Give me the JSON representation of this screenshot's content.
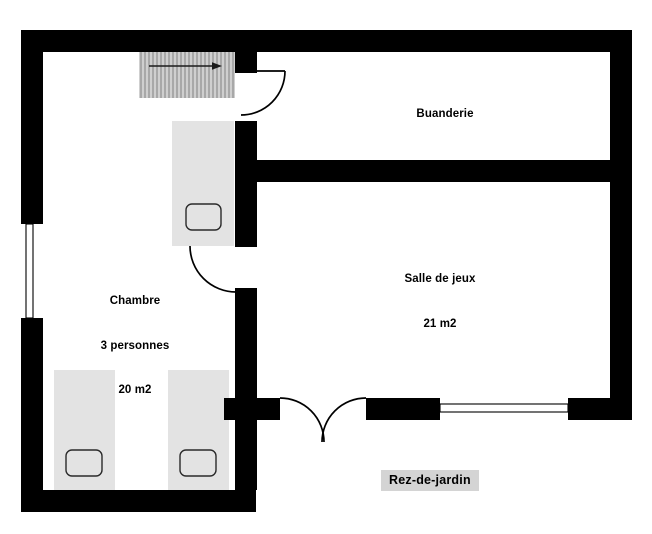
{
  "plan": {
    "title": "Rez-de-jardin",
    "floor_badge": {
      "text": "Rez-de-jardin",
      "background": "#d4d4d4",
      "color": "#000000"
    },
    "colors": {
      "wall": "#000000",
      "background": "#ffffff",
      "furniture_fill": "#e3e3e3",
      "furniture_stroke": "#000000",
      "stairs_fill": "#bdbdbd",
      "stairs_stripe": "#9a9a9a",
      "window_frame": "#000000",
      "door_arc": "#000000"
    },
    "rooms": [
      {
        "id": "buanderie",
        "name": "Buanderie",
        "lines": [
          "Buanderie"
        ],
        "area": null
      },
      {
        "id": "salle-de-jeux",
        "name": "Salle de jeux",
        "lines": [
          "Salle de jeux",
          "21 m2"
        ],
        "area": "21 m2"
      },
      {
        "id": "chambre",
        "name": "Chambre",
        "lines": [
          "Chambre",
          "3 personnes",
          "20 m2"
        ],
        "occupancy": "3 personnes",
        "area": "20 m2"
      }
    ],
    "features": {
      "stairs": {
        "name": "escalier",
        "direction_arrow": "right"
      },
      "beds": [
        {
          "id": "bed-1",
          "room": "chambre",
          "orientation": "vertical"
        },
        {
          "id": "bed-2",
          "room": "chambre",
          "orientation": "vertical"
        },
        {
          "id": "bed-3",
          "room": "chambre",
          "orientation": "vertical"
        }
      ],
      "doors": [
        {
          "id": "door-buanderie",
          "type": "swing",
          "swing": "quarter-arc"
        },
        {
          "id": "door-chambre",
          "type": "swing",
          "swing": "quarter-arc"
        },
        {
          "id": "door-terrasse",
          "type": "french-double",
          "swing": "double-arc"
        }
      ],
      "windows": [
        {
          "id": "window-left",
          "wall": "left",
          "orientation": "vertical"
        },
        {
          "id": "window-bottom-right",
          "wall": "bottom-right",
          "orientation": "horizontal"
        }
      ]
    }
  }
}
